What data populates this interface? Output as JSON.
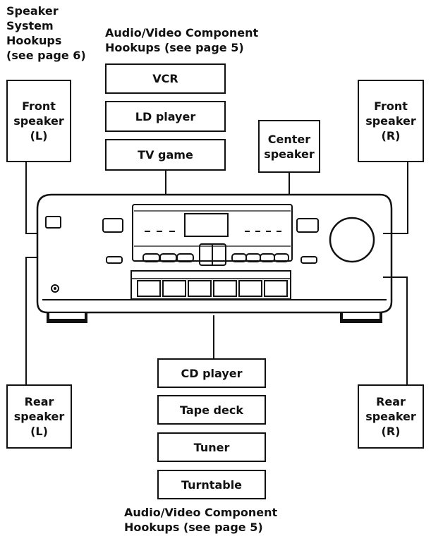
{
  "notes": {
    "speaker_hookups": "Speaker\nSystem\nHookups\n(see page 6)",
    "av_hookups_top": "Audio/Video Component\nHookups (see page 5)",
    "av_hookups_bottom": "Audio/Video Component\nHookups (see page 5)"
  },
  "speakers": {
    "front_left": "Front\nspeaker\n(L)",
    "center": "Center\nspeaker",
    "front_right": "Front\nspeaker\n(R)",
    "rear_left": "Rear\nspeaker\n(L)",
    "rear_right": "Rear\nspeaker\n(R)"
  },
  "components_top": [
    "VCR",
    "LD player",
    "TV game"
  ],
  "components_bottom": [
    "CD player",
    "Tape deck",
    "Tuner",
    "Turntable"
  ]
}
